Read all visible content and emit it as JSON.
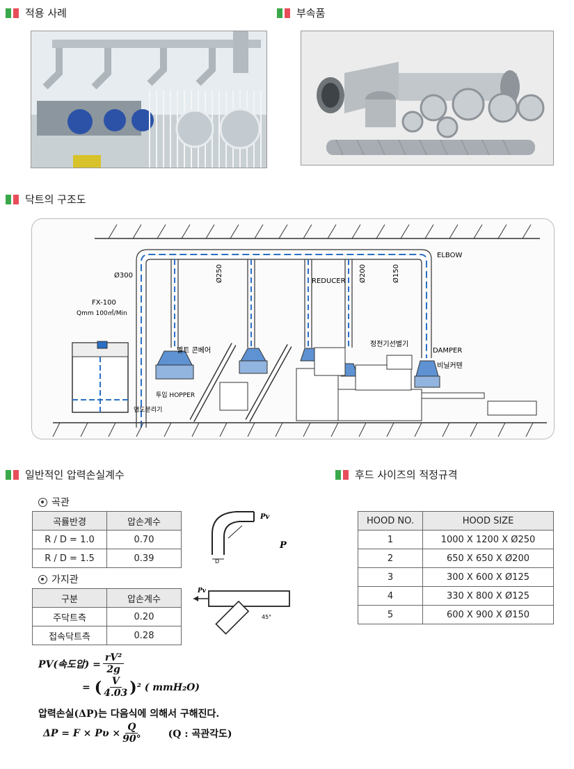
{
  "sections": {
    "application": "적용 사례",
    "accessories": "부속품",
    "duct_structure": "닥트의 구조도",
    "pressure_loss": "일반적인 압력손실계수",
    "hood_spec": "후드 사이즈의 적정규격"
  },
  "diagram": {
    "fx_label": "FX-100",
    "qmm_label": "Qmm 100㎥/Min",
    "d300": "Ø300",
    "d250": "Ø250",
    "d200": "Ø200",
    "d150": "Ø150",
    "elbow": "ELBOW",
    "reducer": "REDUCER",
    "belt_conveyor": "벨트 콘베어",
    "hopper": "투입 HOPPER",
    "separator": "염도분리기",
    "electrostatic": "정전기선별기",
    "damper": "DAMPER",
    "vinyl_curtain": "비닐커텐"
  },
  "elbow": {
    "title": "곡관",
    "headers": [
      "곡률반경",
      "압손계수"
    ],
    "rows": [
      [
        "R / D = 1.0",
        "0.70"
      ],
      [
        "R / D = 1.5",
        "0.39"
      ]
    ],
    "sketch_label_pv": "Pv",
    "sketch_label_p": "P",
    "sketch_label_d": "D"
  },
  "branch": {
    "title": "가지관",
    "headers": [
      "구분",
      "압손계수"
    ],
    "rows": [
      [
        "주닥트측",
        "0.20"
      ],
      [
        "접속닥트측",
        "0.28"
      ]
    ],
    "sketch_label_pv": "Pv",
    "sketch_label_angle": "45°"
  },
  "formula": {
    "pv_lhs": "PV(속도압) =",
    "pv_num": "rV²",
    "pv_den": "2g",
    "eq2_prefix": "=",
    "v_num": "V",
    "v_den": "4.03",
    "eq2_suffix": "² ( mmH₂O)",
    "sentence": "압력손실(ΔP)는 다음식에 의해서 구해진다.",
    "dp_lhs": "ΔP = F × Pυ ×",
    "dp_num": "Q",
    "dp_den": "90°",
    "dp_note": "(Q : 곡관각도)"
  },
  "hood_table": {
    "headers": [
      "HOOD NO.",
      "HOOD SIZE"
    ],
    "rows": [
      [
        "1",
        "1000 X 1200 X Ø250"
      ],
      [
        "2",
        "650 X 650 X Ø200"
      ],
      [
        "3",
        "300 X 600 X Ø125"
      ],
      [
        "4",
        "330 X 800 X Ø125"
      ],
      [
        "5",
        "600 X 900 X Ø150"
      ]
    ]
  }
}
